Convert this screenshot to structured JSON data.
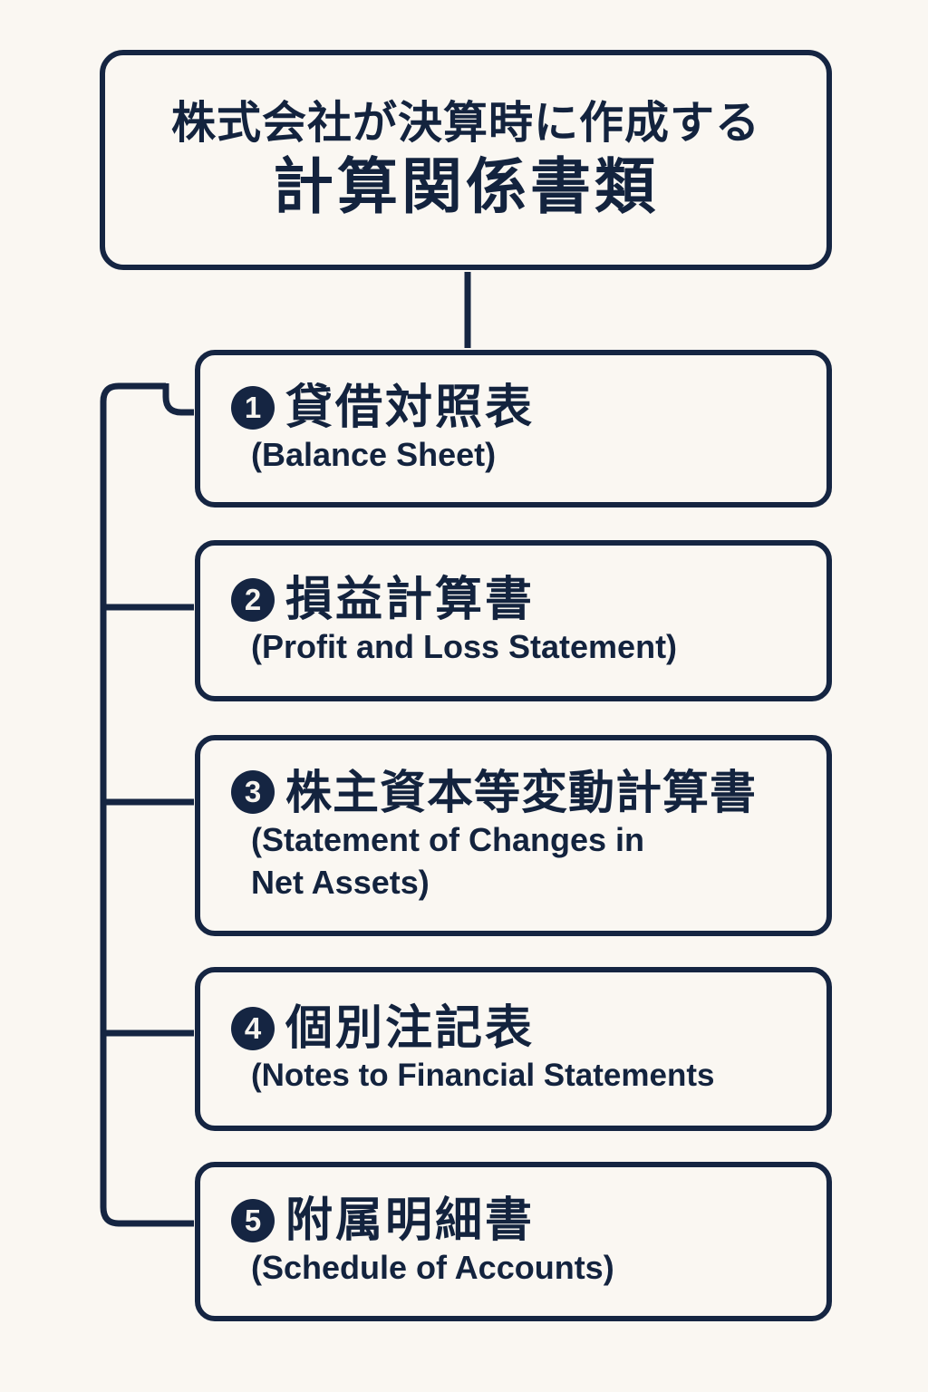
{
  "diagram": {
    "type": "flowchart",
    "title": {
      "line1": "株式会社が決算時に作成する",
      "line2": "計算関係書類"
    },
    "items": [
      {
        "number": "1",
        "jp": "貸借対照表",
        "en": "(Balance Sheet)"
      },
      {
        "number": "2",
        "jp": "損益計算書",
        "en": "(Profit and Loss Statement)"
      },
      {
        "number": "3",
        "jp": "株主資本等変動計算書",
        "en": "(Statement of Changes in\nNet Assets)"
      },
      {
        "number": "4",
        "jp": "個別注記表",
        "en": "(Notes to Financial Statements"
      },
      {
        "number": "5",
        "jp": "附属明細書",
        "en": "(Schedule of Accounts)"
      }
    ],
    "colors": {
      "background": "#faf7f2",
      "ink": "#152542",
      "badge_text": "#f7f4ef"
    }
  }
}
